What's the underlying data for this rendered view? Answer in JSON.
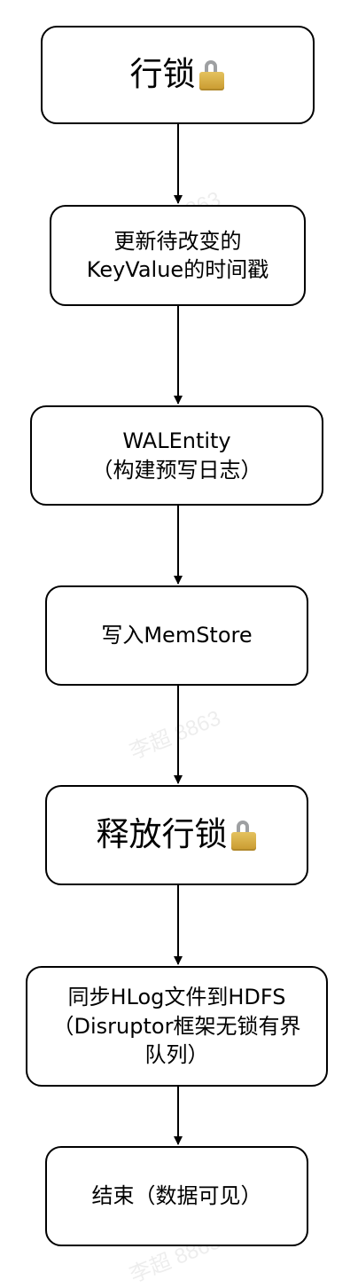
{
  "watermark": "李超 8863",
  "nodes": {
    "row_lock": {
      "text": "行锁",
      "icon": "lock-icon"
    },
    "update_timestamp": {
      "text": "更新待改变的\nKeyValue的时间戳"
    },
    "wal_entity": {
      "text": "WALEntity\n（构建预写日志）"
    },
    "write_memstore": {
      "text": "写入MemStore"
    },
    "release_lock": {
      "text": "释放行锁",
      "icon": "lock-icon"
    },
    "sync_hlog": {
      "text": "同步HLog文件到HDFS\n（Disruptor框架无锁有界\n队列）"
    },
    "end": {
      "text": "结束（数据可见）"
    }
  },
  "colors": {
    "stroke": "#000000",
    "lock_body": "#d4aa3c",
    "lock_shackle": "#9ea0a2"
  }
}
